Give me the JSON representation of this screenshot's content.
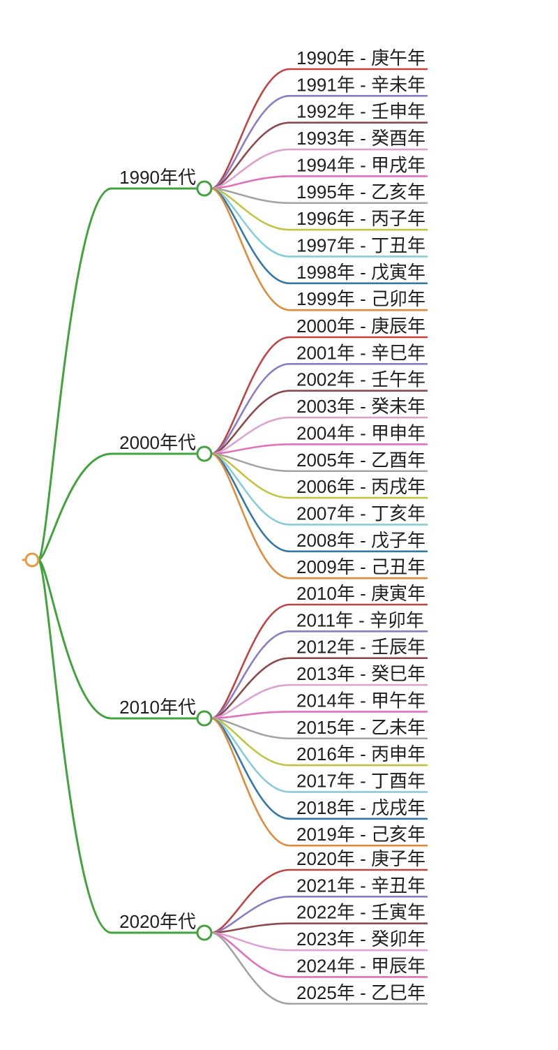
{
  "diagram_type": "mindmap",
  "root": {
    "label": ""
  },
  "colors": {
    "branch_green": "#42a23e",
    "root_orange": "#e79a3d",
    "text": "#1e1e1e",
    "background": "#ffffff",
    "year_line_colors": [
      "#bf4341",
      "#8b7cc8",
      "#8c4a4a",
      "#dfa0d2",
      "#e071bb",
      "#a3a3a3",
      "#c2c340",
      "#87ccd8",
      "#3377aa",
      "#e08b3c"
    ]
  },
  "decades": [
    {
      "label": "1990年代",
      "years": [
        "1990年 - 庚午年",
        "1991年 - 辛未年",
        "1992年 - 壬申年",
        "1993年 - 癸酉年",
        "1994年 - 甲戌年",
        "1995年 - 乙亥年",
        "1996年 - 丙子年",
        "1997年 - 丁丑年",
        "1998年 - 戊寅年",
        "1999年 - 己卯年"
      ]
    },
    {
      "label": "2000年代",
      "years": [
        "2000年 - 庚辰年",
        "2001年 - 辛巳年",
        "2002年 - 壬午年",
        "2003年 - 癸未年",
        "2004年 - 甲申年",
        "2005年 - 乙酉年",
        "2006年 - 丙戌年",
        "2007年 - 丁亥年",
        "2008年 - 戊子年",
        "2009年 - 己丑年"
      ]
    },
    {
      "label": "2010年代",
      "years": [
        "2010年 - 庚寅年",
        "2011年 - 辛卯年",
        "2012年 - 壬辰年",
        "2013年 - 癸巳年",
        "2014年 - 甲午年",
        "2015年 - 乙未年",
        "2016年 - 丙申年",
        "2017年 - 丁酉年",
        "2018年 - 戊戌年",
        "2019年 - 己亥年"
      ]
    },
    {
      "label": "2020年代",
      "years": [
        "2020年 - 庚子年",
        "2021年 - 辛丑年",
        "2022年 - 壬寅年",
        "2023年 - 癸卯年",
        "2024年 - 甲辰年",
        "2025年 - 乙巳年"
      ]
    }
  ]
}
